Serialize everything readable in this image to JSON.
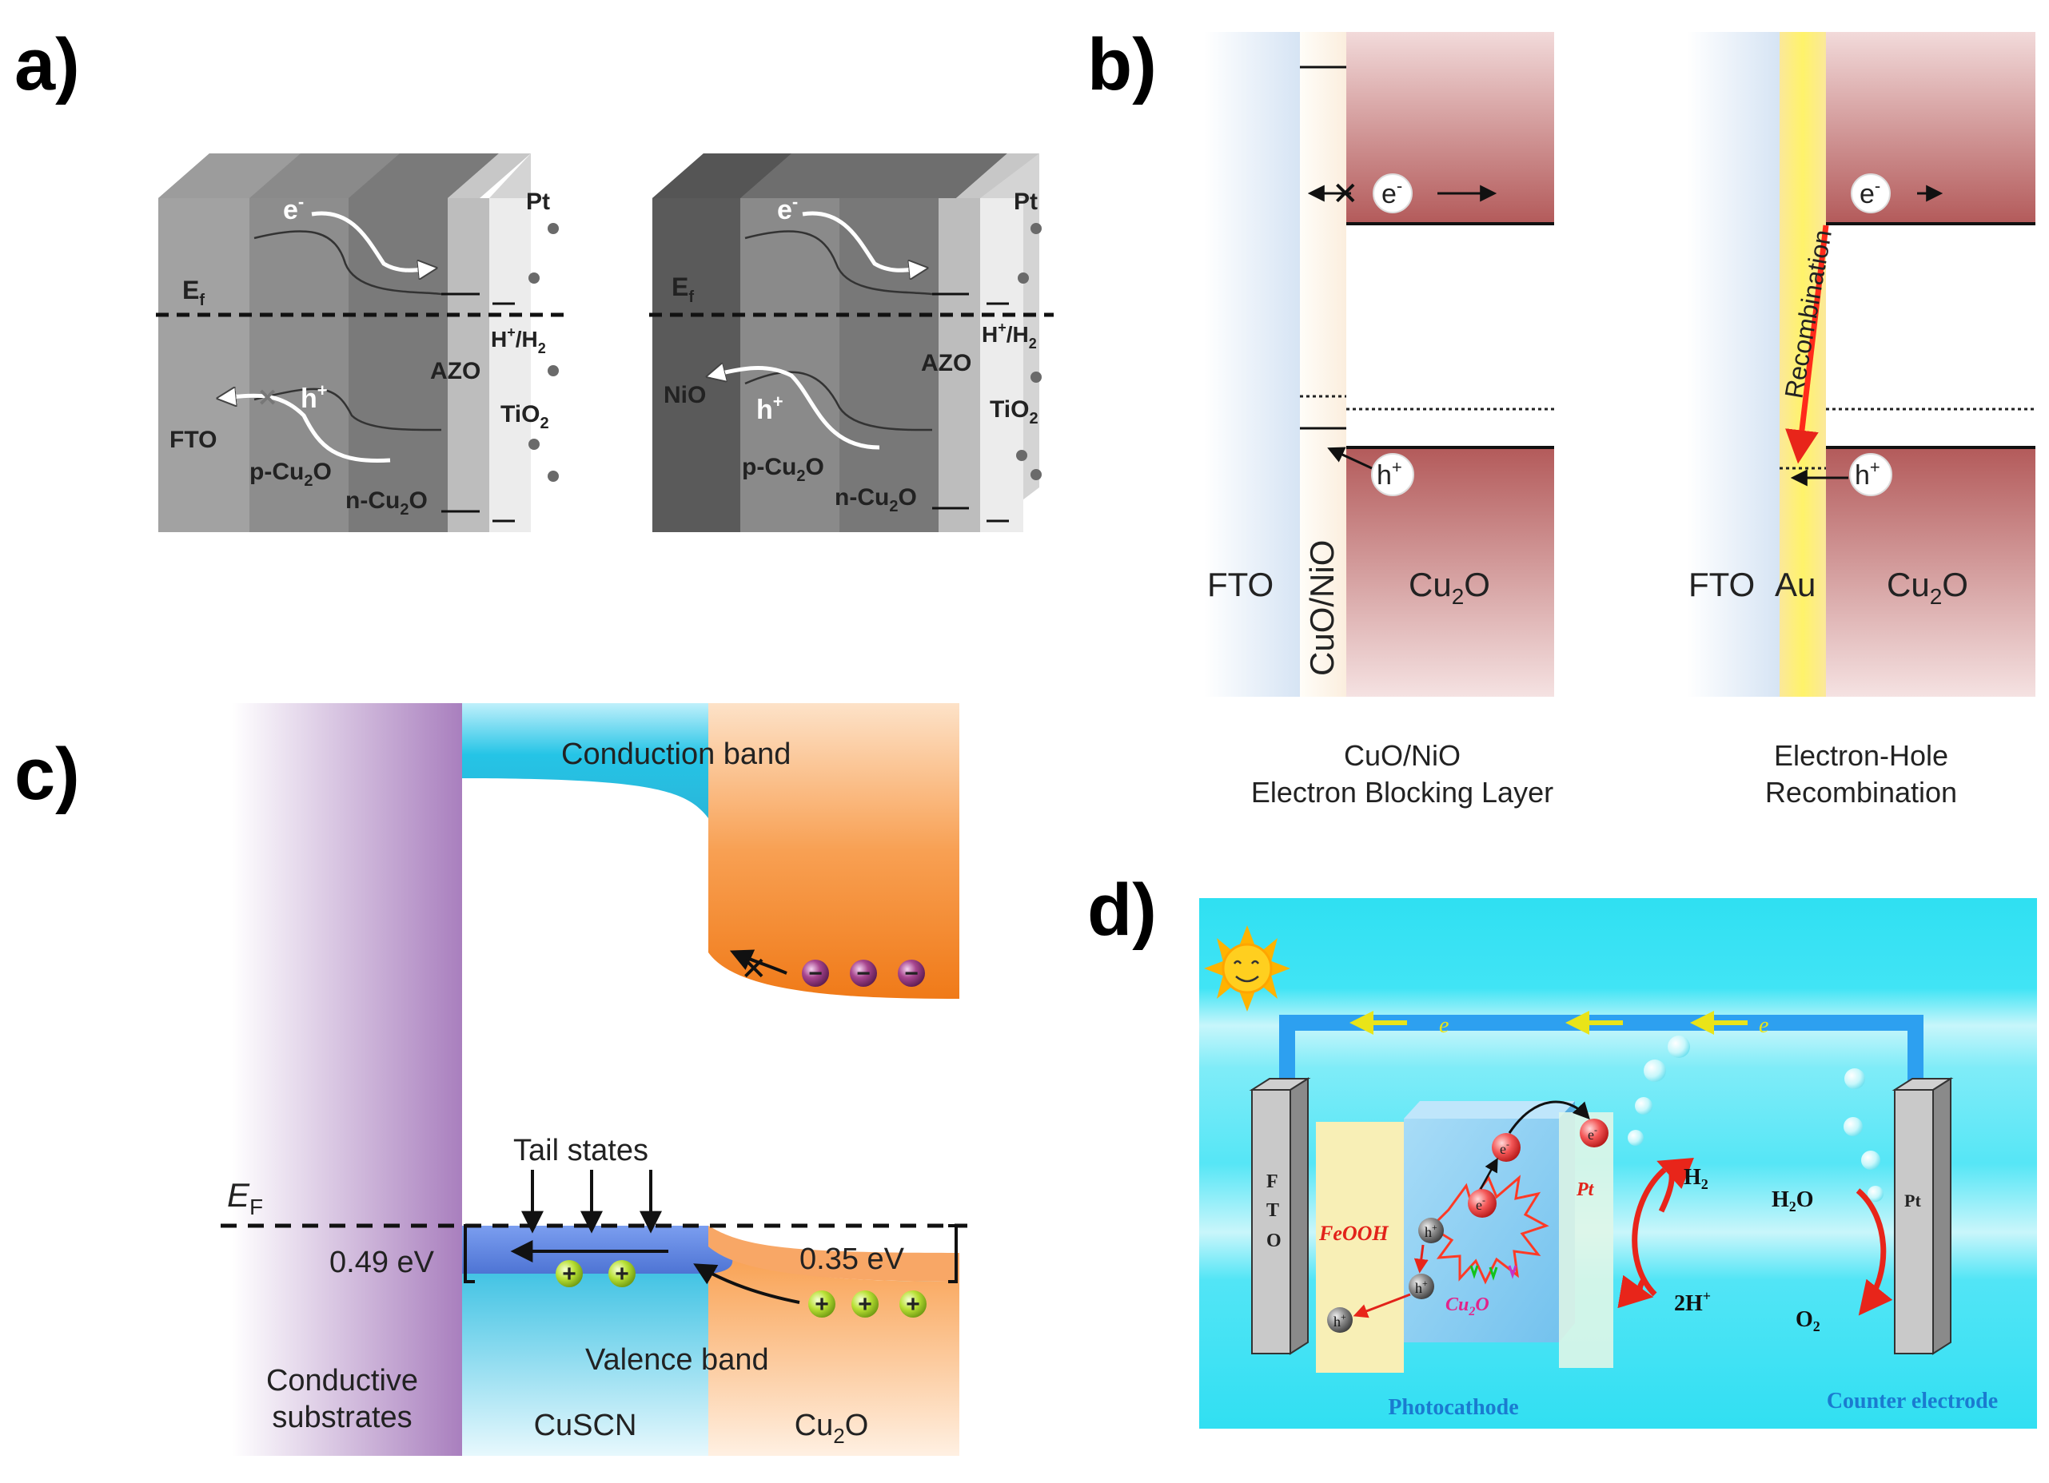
{
  "panels": {
    "a": {
      "label": "a)",
      "left": {
        "electron": "e",
        "electron_sup": "-",
        "fermi": "E",
        "fermi_sub": "f",
        "hole": "h",
        "hole_sup": "+",
        "fto": "FTO",
        "pcu": "p-Cu",
        "pcu_sub": "2",
        "pcu_end": "O",
        "ncu": "n-Cu",
        "ncu_sub": "2",
        "ncu_end": "O",
        "azo": "AZO",
        "pt": "Pt",
        "hh2": "H",
        "hh2_sup": "+",
        "hh2_end": "/H",
        "hh2_sub": "2",
        "tio2": "TiO",
        "tio2_sub": "2"
      },
      "right": {
        "electron": "e",
        "electron_sup": "-",
        "fermi": "E",
        "fermi_sub": "f",
        "hole": "h",
        "hole_sup": "+",
        "nio": "NiO",
        "pcu": "p-Cu",
        "pcu_sub": "2",
        "pcu_end": "O",
        "ncu": "n-Cu",
        "ncu_sub": "2",
        "ncu_end": "O",
        "azo": "AZO",
        "pt": "Pt",
        "hh2": "H",
        "hh2_sup": "+",
        "hh2_end": "/H",
        "hh2_sub": "2",
        "tio2": "TiO",
        "tio2_sub": "2"
      }
    },
    "b": {
      "label": "b)",
      "left": {
        "electron": "e",
        "electron_sup": "-",
        "hole": "h",
        "hole_sup": "+",
        "fto": "FTO",
        "layer": "CuO/NiO",
        "cu2o": "Cu",
        "cu2o_sub": "2",
        "cu2o_end": "O",
        "caption1": "CuO/NiO",
        "caption2": "Electron Blocking Layer"
      },
      "right": {
        "electron": "e",
        "electron_sup": "-",
        "hole": "h",
        "hole_sup": "+",
        "recombination": "Recombination",
        "fto": "FTO",
        "au": "Au",
        "cu2o": "Cu",
        "cu2o_sub": "2",
        "cu2o_end": "O",
        "caption1": "Electron-Hole",
        "caption2": "Recombination"
      }
    },
    "c": {
      "label": "c)",
      "conduction": "Conduction band",
      "valence": "Valence band",
      "tail": "Tail states",
      "ef": "E",
      "ef_sub": "F",
      "ev049": "0.49 eV",
      "ev035": "0.35 eV",
      "substrate1": "Conductive",
      "substrate2": "substrates",
      "cuscn": "CuSCN",
      "cu2o": "Cu",
      "cu2o_sub": "2",
      "cu2o_end": "O",
      "minus": "−",
      "plus": "+"
    },
    "d": {
      "label": "d)",
      "e_wire": "e",
      "fto_f": "F",
      "fto_t": "T",
      "fto_o": "O",
      "feooh": "FeOOH",
      "cu2o": "Cu",
      "cu2o_sub": "2",
      "cu2o_end": "O",
      "pt_film": "Pt",
      "pt_counter": "Pt",
      "h2": "H",
      "h2_sub": "2",
      "h_ion": "2H",
      "h_ion_sup": "+",
      "h2o": "H",
      "h2o_sub": "2",
      "h2o_end": "O",
      "o2": "O",
      "o2_sub": "2",
      "e": "e",
      "e_sup": "-",
      "h": "h",
      "h_sup": "+",
      "photocathode": "Photocathode",
      "counter": "Counter electrode"
    }
  },
  "colors": {
    "red_band": "#b85e5e",
    "cyan_band": "#28c3e4",
    "orange_band": "#f48a2c",
    "purple": "#b48fc4",
    "blue_band": "#5b7fd9",
    "water": "#43e3f5",
    "recomb": "#ff2a1a"
  }
}
